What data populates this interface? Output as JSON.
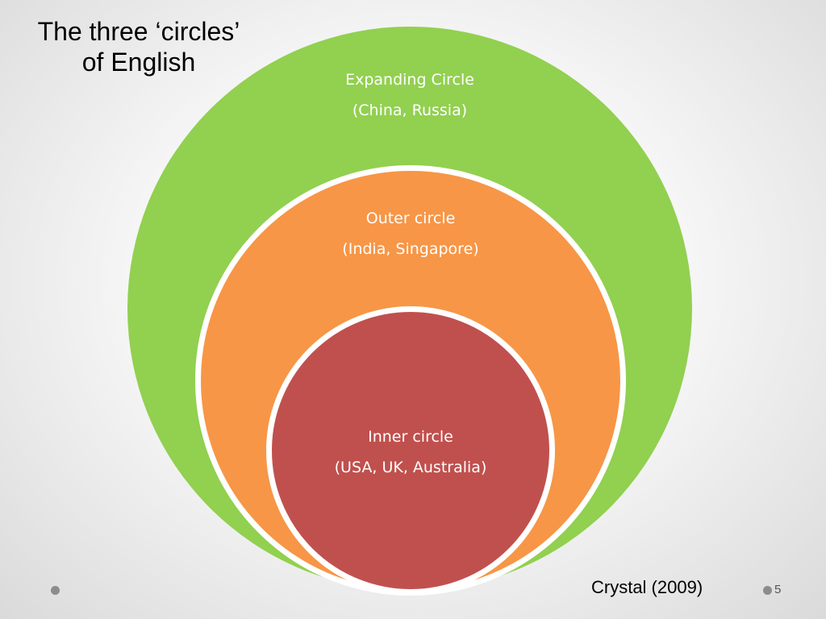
{
  "slide": {
    "title_lines": [
      "The three ‘circles’",
      "of English"
    ],
    "citation": "Crystal (2009)",
    "slide_number": "5"
  },
  "circles": {
    "expanding": {
      "name": "Expanding Circle",
      "examples": "(China, Russia)",
      "color": "#92d050"
    },
    "outer": {
      "name": "Outer circle",
      "examples": "(India, Singapore)",
      "color": "#f79646"
    },
    "inner": {
      "name": "Inner circle",
      "examples": "(USA, UK, Australia)",
      "color": "#c0504d"
    }
  },
  "theme": {
    "background": "#f2f2f2",
    "bullet_color": "#8c8c8c"
  }
}
